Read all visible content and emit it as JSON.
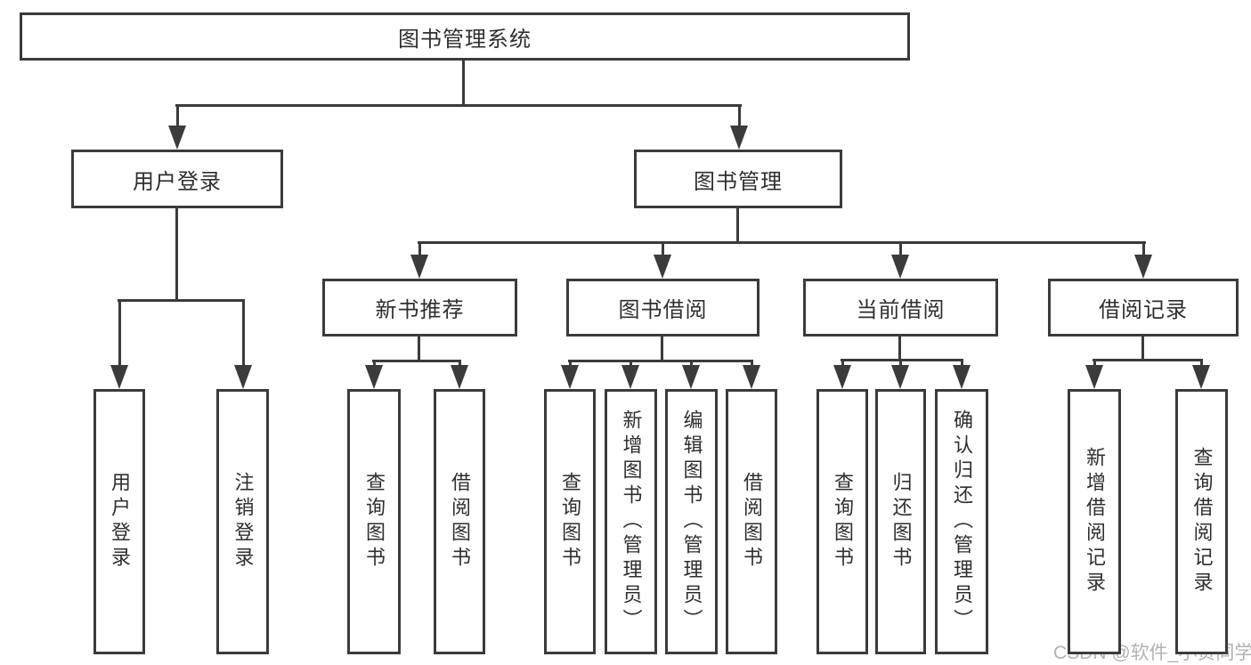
{
  "tree": {
    "root": {
      "label": "图书管理系统",
      "children": [
        {
          "label": "用户登录",
          "children": [
            {
              "label": "用户登录"
            },
            {
              "label": "注销登录"
            }
          ]
        },
        {
          "label": "图书管理",
          "children": [
            {
              "label": "新书推荐",
              "children": [
                {
                  "label": "查询图书"
                },
                {
                  "label": "借阅图书"
                }
              ]
            },
            {
              "label": "图书借阅",
              "children": [
                {
                  "label": "查询图书"
                },
                {
                  "label": "新增图书（管理员）"
                },
                {
                  "label": "编辑图书（管理员）"
                },
                {
                  "label": "借阅图书"
                }
              ]
            },
            {
              "label": "当前借阅",
              "children": [
                {
                  "label": "查询图书"
                },
                {
                  "label": "归还图书"
                },
                {
                  "label": "确认归还（管理员）"
                }
              ]
            },
            {
              "label": "借阅记录",
              "children": [
                {
                  "label": "新增借阅记录"
                },
                {
                  "label": "查询借阅记录"
                }
              ]
            }
          ]
        }
      ]
    }
  },
  "watermark": {
    "text": "CSDN @软件_小贺同学"
  },
  "colors": {
    "line": "#3b3b3b",
    "text": "#2f2f2f",
    "watermark": "#b2b2b2",
    "background": "#ffffff"
  }
}
